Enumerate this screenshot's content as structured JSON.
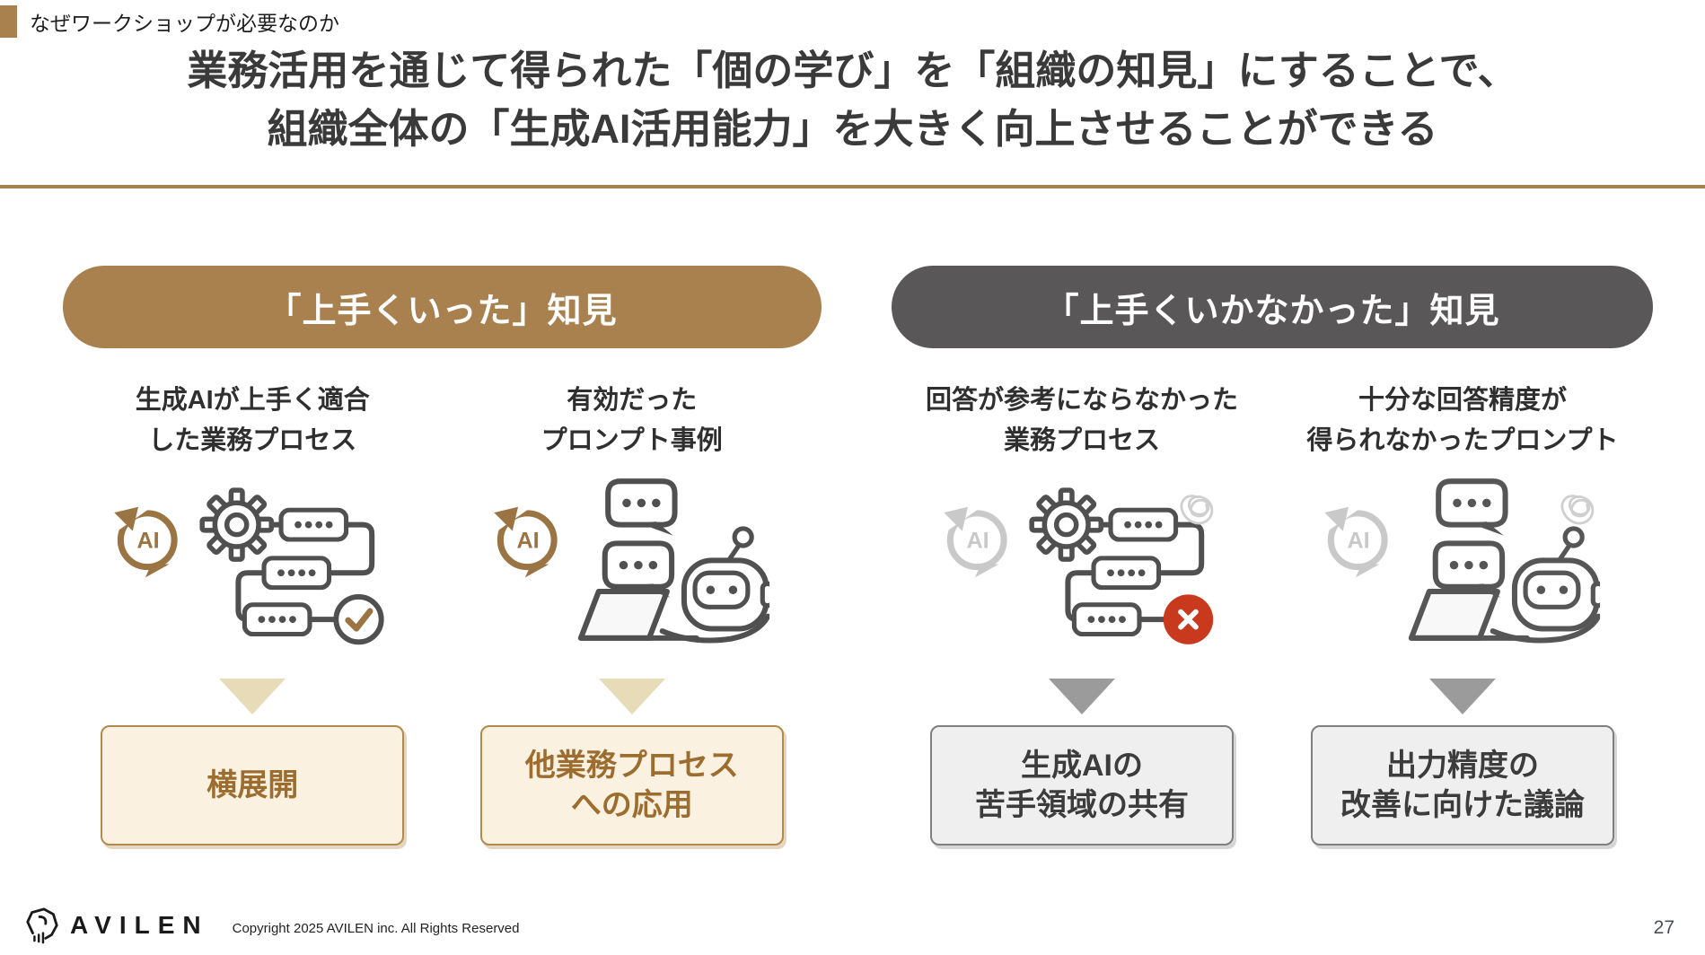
{
  "kicker": {
    "label": "なぜワークショップが必要なのか"
  },
  "title": {
    "lines": [
      "業務活用を通じて得られた「個の学び」を「組織の知見」にすることで、",
      "組織全体の「生成AI活用能力」を大きく向上させることができる"
    ]
  },
  "sections": [
    {
      "id": "success",
      "header": "「上手くいった」知見",
      "header_bg": "#A8814E",
      "columns": [
        {
          "label": [
            "生成AIが上手く適合",
            "した業務プロセス"
          ],
          "icon": "ai-process-success-icon",
          "result": [
            "横展開"
          ]
        },
        {
          "label": [
            "有効だった",
            "プロンプト事例"
          ],
          "icon": "ai-prompt-success-icon",
          "result": [
            "他業務プロセス",
            "への応用"
          ]
        }
      ]
    },
    {
      "id": "failure",
      "header": "「上手くいかなかった」知見",
      "header_bg": "#595757",
      "columns": [
        {
          "label": [
            "回答が参考にならなかった",
            "業務プロセス"
          ],
          "icon": "ai-process-failure-icon",
          "result": [
            "生成AIの",
            "苦手領域の共有"
          ]
        },
        {
          "label": [
            "十分な回答精度が",
            "得られなかったプロンプト"
          ],
          "icon": "ai-prompt-failure-icon",
          "result": [
            "出力精度の",
            "改善に向けた議論"
          ]
        }
      ]
    }
  ],
  "icons": {
    "ai_label": "AI"
  },
  "footer": {
    "brand": "AVILEN",
    "copyright": "Copyright 2025 AVILEN inc. All Rights Reserved",
    "page_number": "27"
  },
  "colors": {
    "accent_brown": "#A8814E",
    "pill_dark_gray": "#595757",
    "cream_box_bg": "#FAF1E1",
    "cream_box_border": "#B3894C",
    "cream_box_text": "#9C6D2F",
    "gray_box_bg": "#EFEFEF",
    "gray_box_border": "#7F7F7F",
    "gray_box_text": "#3C3C3C",
    "error_red": "#C9391D",
    "check_brown": "#9A7443",
    "faded_gray": "#C9C9C9",
    "triangle_tan": "#E7DBB8",
    "triangle_gray": "#9B9B9B"
  }
}
